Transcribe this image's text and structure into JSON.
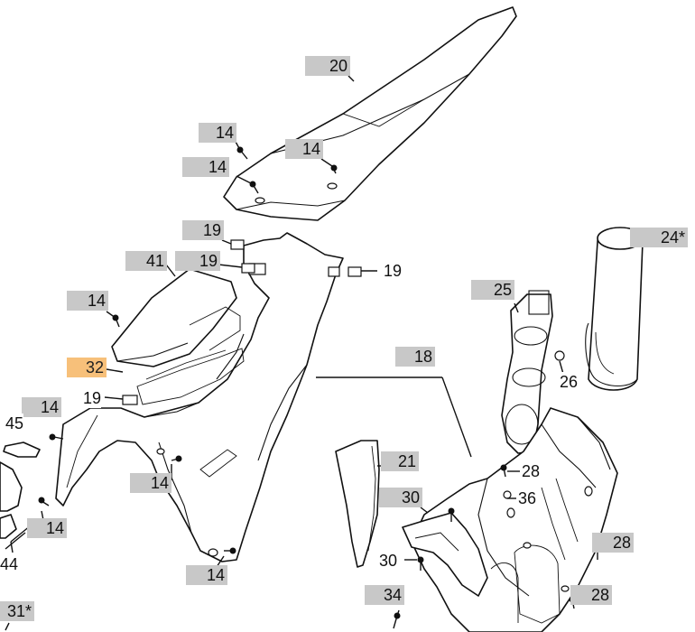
{
  "callouts": {
    "c20": "20",
    "c14a": "14",
    "c14b": "14",
    "c14c": "14",
    "c19a": "19",
    "c41": "41",
    "c19b": "19",
    "c19c": "19",
    "c14d": "14",
    "c32": "32",
    "c19d": "19",
    "c14e": "14",
    "c45": "45",
    "c14f": "14",
    "c14g": "14",
    "c14h": "14",
    "c44": "44",
    "c31": "31*",
    "c18": "18",
    "c21": "21",
    "c30a": "30",
    "c30b": "30",
    "c34a": "34",
    "c25": "25",
    "c24": "24*",
    "c26": "26",
    "c28a": "28",
    "c36": "36",
    "c28b": "28",
    "c28c": "28"
  },
  "colors": {
    "callout_bg": "#c8c8c8",
    "highlight_bg": "#f7c07a",
    "line": "#111111"
  }
}
